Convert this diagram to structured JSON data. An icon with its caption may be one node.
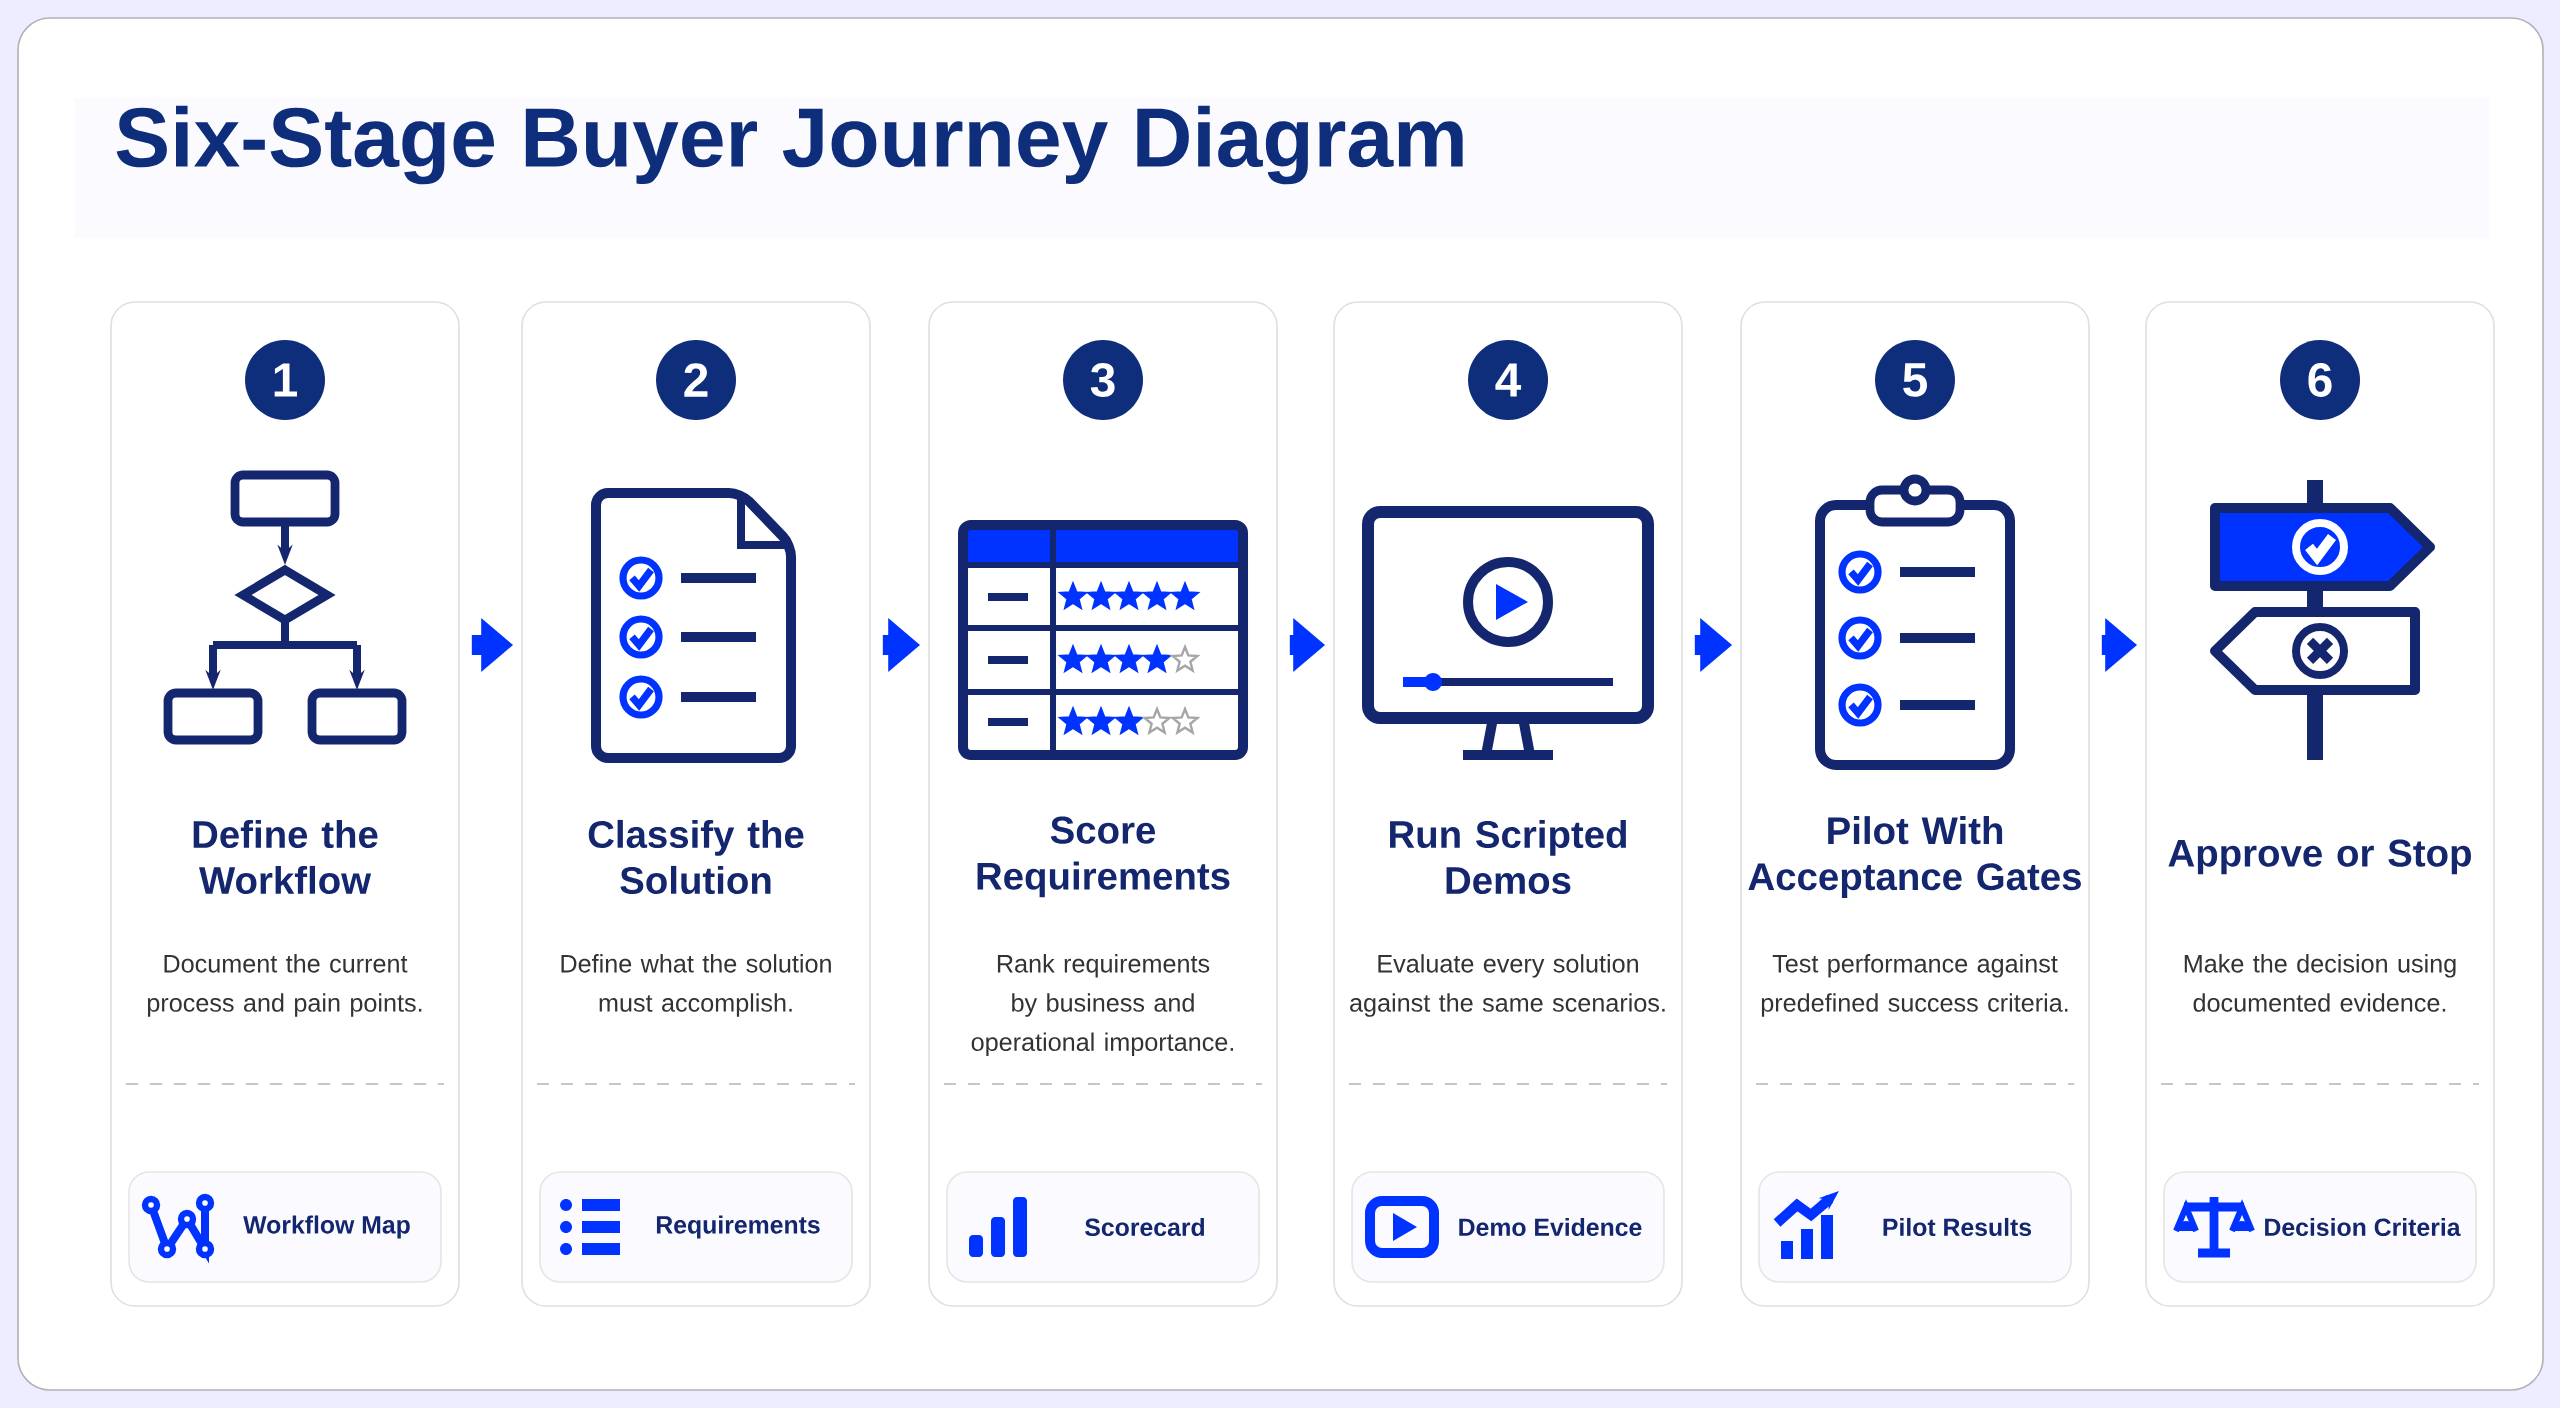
{
  "diagram": {
    "title": "Six-Stage Buyer Journey Diagram",
    "nodes": [
      {
        "text": [
          "Define the Workflow",
          "Document the current process and pain points."
        ]
      },
      {
        "text": [
          "1"
        ],
        "in": 0
      },
      {
        "text": [
          "Workflow Map"
        ],
        "in": 0
      },
      {
        "text": [
          "Classify the Solution",
          "Define what the solution must accomplish."
        ]
      },
      {
        "text": [
          "2"
        ],
        "in": 3
      },
      {
        "text": [
          "Requirements"
        ],
        "in": 3
      },
      {
        "text": [
          "Score Requirements",
          "Rank requirements by business and operational importance."
        ]
      },
      {
        "text": [
          "3"
        ],
        "in": 6
      },
      {
        "text": [
          "Scorecard"
        ],
        "in": 6
      },
      {
        "text": [
          "Run Scripted Demos",
          "Evaluate every solution against the same scenarios."
        ]
      },
      {
        "text": [
          "4"
        ],
        "in": 9
      },
      {
        "text": [
          "Demo Evidence"
        ],
        "in": 9
      },
      {
        "text": [
          "Pilot With Acceptance Gates",
          "Test performance against predefined success criteria."
        ]
      },
      {
        "text": [
          "5"
        ],
        "in": 12
      },
      {
        "text": [
          "Pilot Results"
        ],
        "in": 12
      },
      {
        "text": [
          "Approve or Stop",
          "Make the decision using documented evidence."
        ]
      },
      {
        "text": [
          "6"
        ],
        "in": 15
      },
      {
        "text": [
          "Decision Criteria"
        ],
        "in": 15
      }
    ],
    "edges": [
      {
        "from": 0,
        "to": 3,
        "arrow": "to"
      },
      {
        "from": 3,
        "to": 6,
        "arrow": "to"
      },
      {
        "from": 6,
        "to": 9,
        "arrow": "to"
      },
      {
        "from": 9,
        "to": 12,
        "arrow": "to"
      },
      {
        "from": 12,
        "to": 15,
        "arrow": "to"
      }
    ]
  }
}
